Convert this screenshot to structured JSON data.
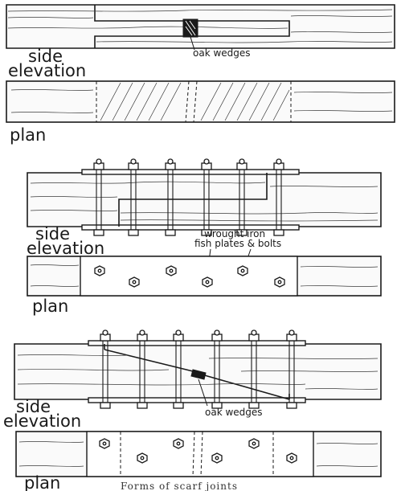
{
  "figure1": {
    "side_label": "side elevation",
    "side_line1": "side",
    "side_line2": "elevation",
    "wedge_label": "oak wedges",
    "plan_label": "plan"
  },
  "figure2": {
    "side_line1": "side",
    "side_line2": "elevation",
    "plate_label_line1": "wrought iron",
    "plate_label_line2": "fish plates & bolts",
    "plan_label": "plan"
  },
  "figure3": {
    "side_line1": "side",
    "side_line2": "elevation",
    "wedge_label": "oak wedges",
    "plan_label": "plan"
  },
  "caption": "Forms of scarf joints",
  "colors": {
    "ink": "#1a1a1a",
    "paper": "#ffffff"
  }
}
